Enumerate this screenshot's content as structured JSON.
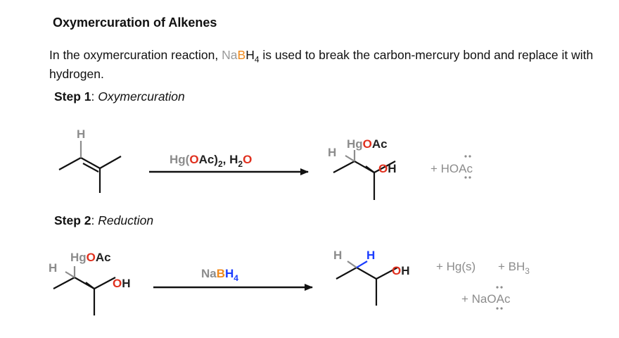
{
  "title": "Oxymercuration of Alkenes",
  "intro": {
    "before": "In the oxymercuration reaction, ",
    "na": "Na",
    "b": "B",
    "h": "H",
    "sub4": "4",
    "after": " is used to break the carbon-mercury bond and replace it with hydrogen."
  },
  "step1": {
    "label": "Step 1",
    "sep": ": ",
    "name": "Oxymercuration"
  },
  "step2": {
    "label": "Step 2",
    "sep": ": ",
    "name": "Reduction"
  },
  "labels": {
    "H": "H",
    "Hg": "Hg",
    "O": "O",
    "Ac": "Ac",
    "OH_O": "O",
    "OH_H": "H",
    "Na": "Na",
    "B": "B",
    "sub4": "4",
    "reagent1_hg": "Hg(",
    "reagent1_o": "O",
    "reagent1_rest": "Ac)",
    "reagent1_sub2": "2",
    "reagent1_comma": ", H",
    "reagent1_h2sub": "2",
    "reagent1_o2": "O",
    "byproduct1": "+ HOAc",
    "byproduct2a": "+ Hg(s)",
    "byproduct2b": "+ BH",
    "byproduct2b_sub": "3",
    "byproduct2c": "+ NaOAc"
  },
  "colors": {
    "oxygen": "#e0301e",
    "boron": "#f08a1c",
    "hydrogen_new": "#1a3cff",
    "gray": "#8c8c8c"
  }
}
